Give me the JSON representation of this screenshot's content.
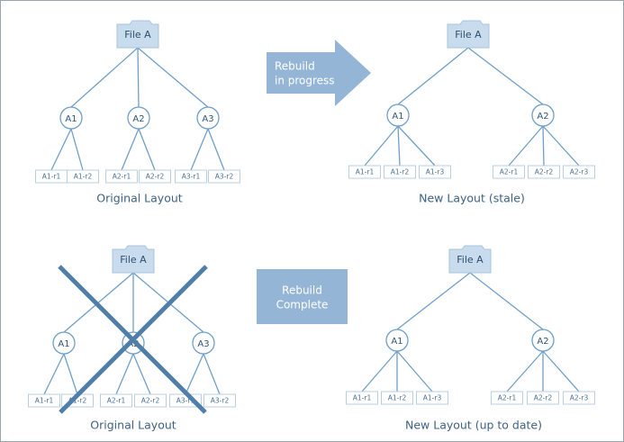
{
  "colors": {
    "edge": "#6f9fc8",
    "folder_fill": "#c8dced",
    "arrow_fill": "#95b5d6",
    "cross": "#4f7ea9",
    "caption_text": "#3e6284"
  },
  "icons": {
    "folder": "folder-icon",
    "cross": "cross-out-mark"
  },
  "panels": [
    {
      "id": "original-top",
      "caption": "Original Layout",
      "root": "File A",
      "children": [
        {
          "label": "A1",
          "leaves": [
            "A1-r1",
            "A1-r2"
          ]
        },
        {
          "label": "A2",
          "leaves": [
            "A2-r1",
            "A2-r2"
          ]
        },
        {
          "label": "A3",
          "leaves": [
            "A3-r1",
            "A3-r2"
          ]
        }
      ]
    },
    {
      "id": "stale",
      "caption": "New Layout (stale)",
      "root": "File A",
      "children": [
        {
          "label": "A1",
          "leaves": [
            "A1-r1",
            "A1-r2",
            "A1-r3"
          ]
        },
        {
          "label": "A2",
          "leaves": [
            "A2-r1",
            "A2-r2",
            "A2-r3"
          ]
        }
      ]
    },
    {
      "id": "original-bottom",
      "caption": "Original Layout",
      "root": "File A",
      "crossed_out": true,
      "children": [
        {
          "label": "A1",
          "leaves": [
            "A1-r1",
            "A1-r2"
          ]
        },
        {
          "label": "A2",
          "leaves": [
            "A2-r1",
            "A2-r2"
          ]
        },
        {
          "label": "A3",
          "leaves": [
            "A3-r1",
            "A3-r2"
          ]
        }
      ]
    },
    {
      "id": "uptodate",
      "caption": "New Layout (up to date)",
      "root": "File A",
      "children": [
        {
          "label": "A1",
          "leaves": [
            "A1-r1",
            "A1-r2",
            "A1-r3"
          ]
        },
        {
          "label": "A2",
          "leaves": [
            "A2-r1",
            "A2-r2",
            "A2-r3"
          ]
        }
      ]
    }
  ],
  "rebuild_arrow": {
    "lines": [
      "Rebuild",
      "in progress"
    ]
  },
  "rebuild_box": {
    "lines": [
      "Rebuild",
      "Complete"
    ]
  }
}
